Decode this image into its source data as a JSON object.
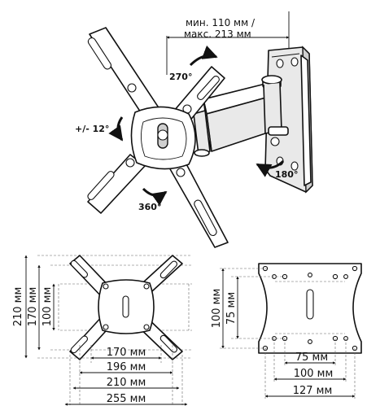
{
  "labels": {
    "extension_min": "мин. 110 мм /",
    "extension_max": "макс. 213 мм",
    "swivel": "270°",
    "tilt": "+/- 12°",
    "rotate": "360°",
    "pan": "180°"
  },
  "bracket_dims": {
    "w170": "170 мм",
    "w196": "196 мм",
    "w210": "210 мм",
    "w255": "255 мм",
    "h210": "210 мм",
    "h170": "170 мм",
    "h100": "100 мм"
  },
  "plate_dims": {
    "w75": "75 мм",
    "w100": "100 мм",
    "w127": "127 мм",
    "h100": "100 мм",
    "h75": "75 мм"
  }
}
